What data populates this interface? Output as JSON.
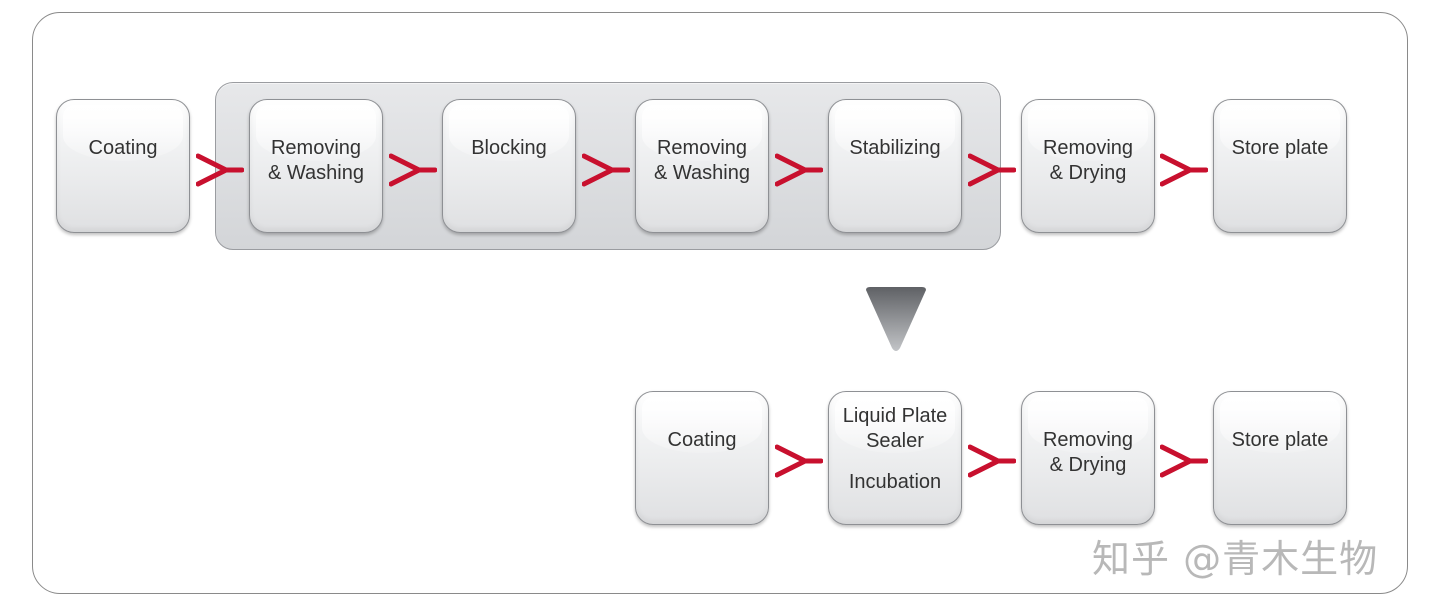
{
  "top_row": [
    {
      "line1": "Coating",
      "line2": ""
    },
    {
      "line1": "Removing",
      "line2": "& Washing"
    },
    {
      "line1": "Blocking",
      "line2": ""
    },
    {
      "line1": "Removing",
      "line2": "& Washing"
    },
    {
      "line1": "Stabilizing",
      "line2": ""
    },
    {
      "line1": "Removing",
      "line2": "& Drying"
    },
    {
      "line1": "Store plate",
      "line2": ""
    }
  ],
  "bottom_row": [
    {
      "line1": "Coating",
      "line2": "",
      "line3": ""
    },
    {
      "line1": "Liquid Plate",
      "line2": "Sealer",
      "line3": "Incubation"
    },
    {
      "line1": "Removing",
      "line2": "& Drying",
      "line3": ""
    },
    {
      "line1": "Store plate",
      "line2": "",
      "line3": ""
    }
  ],
  "watermark": "知乎 @青木生物",
  "colors": {
    "arrow": "#c8102e",
    "tile_border": "#8e9094",
    "down_arrow": "#8f9195"
  },
  "icons": {
    "connector": "red-chevron-arrow-icon",
    "flow": "down-triangle-icon"
  }
}
